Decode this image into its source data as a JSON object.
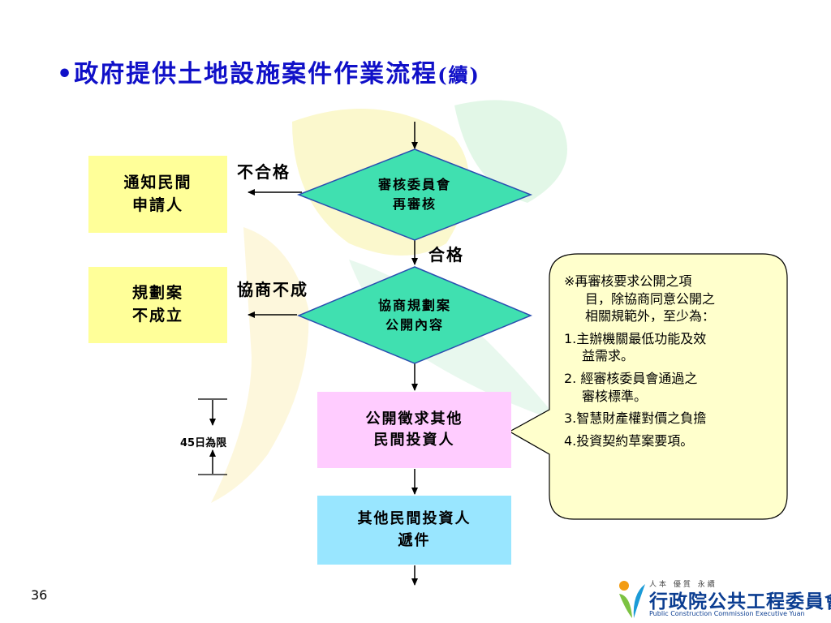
{
  "title": {
    "bullet": "•",
    "text": "政府提供土地設施案件作業流程",
    "suffix": "(續)"
  },
  "boxes": {
    "notify_applicant": [
      "通知民間",
      "申請人"
    ],
    "plan_not_established": [
      "規劃案",
      "不成立"
    ],
    "public_solicit": [
      "公開徵求其他",
      "民間投資人"
    ],
    "other_investors_submit": [
      "其他民間投資人",
      "遞件"
    ]
  },
  "diamonds": {
    "committee_review": [
      "審核委員會",
      "再審核"
    ],
    "negotiate_plan": [
      "協商規劃案",
      "公開內容"
    ]
  },
  "labels": {
    "fail": "不合格",
    "pass": "合格",
    "negotiation_failed": "協商不成",
    "days_limit": "45日為限"
  },
  "note": {
    "intro_mark": "※",
    "intro_line1": "再審核要求公開之項",
    "intro_line2": "目，除協商同意公開之",
    "intro_line3": "相關規範外，至少為：",
    "items": [
      {
        "line1": "1.主辦機關最低功能及效",
        "line2": "益需求。"
      },
      {
        "line1": "2. 經審核委員會通過之",
        "line2": "審核標準。"
      },
      {
        "line1": "3.智慧財產權對價之負擔",
        "line2": ""
      },
      {
        "line1": "4.投資契約草案要項。",
        "line2": ""
      }
    ]
  },
  "page_number": "36",
  "logo": {
    "slogan": "人本 優質 永續",
    "name": "行政院公共工程委員會",
    "english": "Public Construction Commission Executive Yuan"
  },
  "colors": {
    "title": "#1010c8",
    "yellow_box": "#ffff99",
    "pink_box": "#ffccff",
    "cyan_box": "#99e6ff",
    "diamond_fill": "#40e0b0",
    "note_fill": "#ffffcc"
  }
}
